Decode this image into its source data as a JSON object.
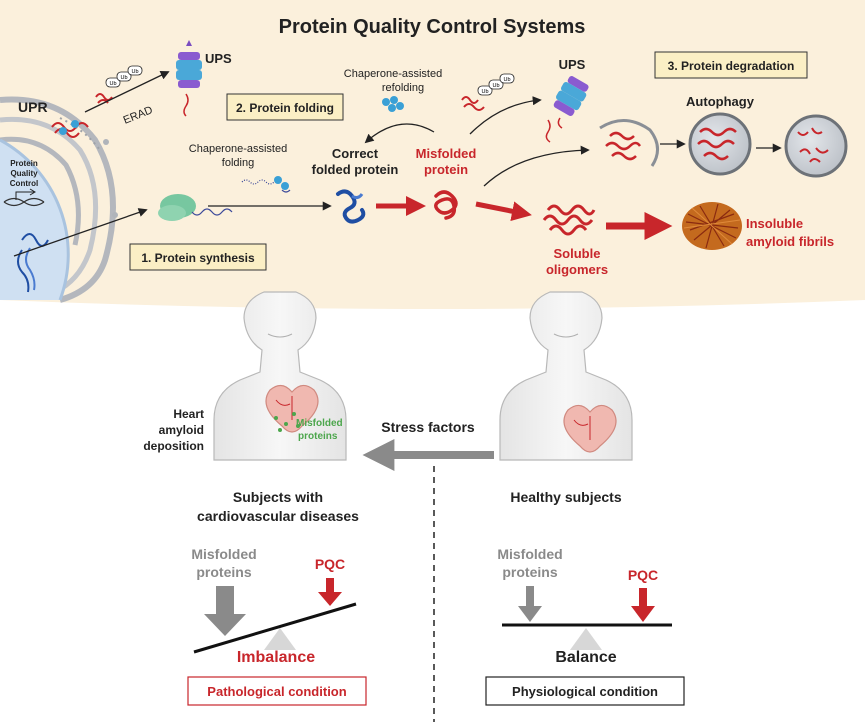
{
  "title": "Protein Quality Control Systems",
  "nucleus": {
    "label_line1": "Protein",
    "label_line2": "Quality",
    "label_line3": "Control"
  },
  "labels": {
    "upr": "UPR",
    "ups_top": "UPS",
    "erad": "ERAD",
    "ub": "Ub",
    "chaperone_folding_1": "Chaperone-assisted",
    "chaperone_folding_2": "folding",
    "chaperone_refolding_1": "Chaperone-assisted",
    "chaperone_refolding_2": "refolding",
    "correct_1": "Correct",
    "correct_2": "folded protein",
    "misfolded_1": "Misfolded",
    "misfolded_2": "protein",
    "ups_mid": "UPS",
    "autophagy": "Autophagy",
    "soluble_1": "Soluble",
    "soluble_2": "oligomers",
    "insoluble_1": "Insoluble",
    "insoluble_2": "amyloid fibrils"
  },
  "steps": {
    "synthesis": "1. Protein synthesis",
    "folding": "2. Protein folding",
    "degradation": "3. Protein degradation"
  },
  "bottom": {
    "heart_1": "Heart",
    "heart_2": "amyloid",
    "heart_3": "deposition",
    "misfolded_green_1": "Misfolded",
    "misfolded_green_2": "proteins",
    "stress": "Stress factors",
    "cvd_1": "Subjects with",
    "cvd_2": "cardiovascular diseases",
    "healthy": "Healthy subjects",
    "left_misfolded_1": "Misfolded",
    "left_misfolded_2": "proteins",
    "left_pqc": "PQC",
    "imbalance": "Imbalance",
    "pathological": "Pathological condition",
    "right_misfolded_1": "Misfolded",
    "right_misfolded_2": "proteins",
    "right_pqc": "PQC",
    "balance": "Balance",
    "physiological": "Physiological condition"
  },
  "colors": {
    "banner": "#fbf0dc",
    "step_box": "#fbefc5",
    "red": "#c8262b",
    "gray": "#8a8a8a",
    "green": "#4ca64c",
    "cell": "#cfe0f2"
  }
}
